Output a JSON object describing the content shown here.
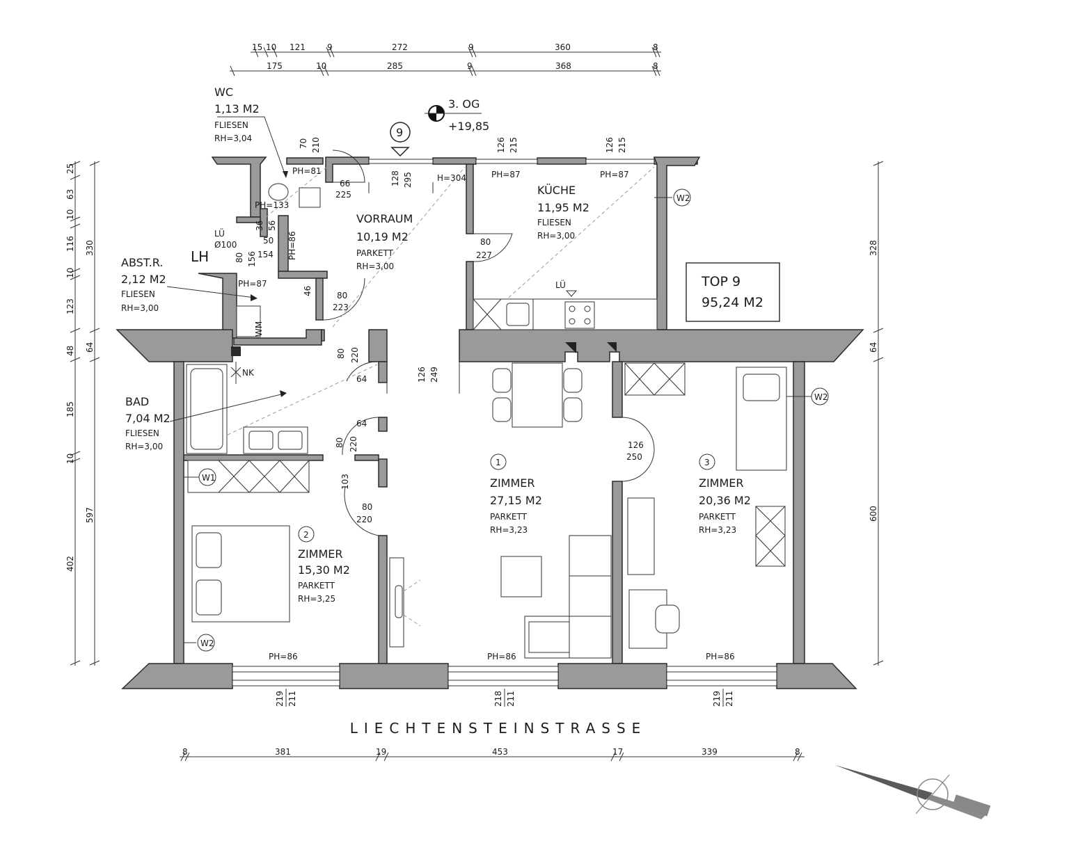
{
  "plan": {
    "floor_label": "3. OG",
    "floor_level": "+19,85",
    "stair_number": "9",
    "stair_label": "LH",
    "street": "LIECHTENSTEINSTRASSE",
    "unit": {
      "name": "TOP 9",
      "area": "95,24 M2"
    }
  },
  "rooms": [
    {
      "id": "wc",
      "name": "WC",
      "area": "1,13 M2",
      "floor": "FLIESEN",
      "height": "RH=3,04"
    },
    {
      "id": "vorraum",
      "name": "VORRAUM",
      "area": "10,19 M2",
      "floor": "PARKETT",
      "height": "RH=3,00"
    },
    {
      "id": "kueche",
      "name": "KÜCHE",
      "area": "11,95 M2",
      "floor": "FLIESEN",
      "height": "RH=3,00"
    },
    {
      "id": "abstr",
      "name": "ABST.R.",
      "area": "2,12 M2",
      "floor": "FLIESEN",
      "height": "RH=3,00"
    },
    {
      "id": "bad",
      "name": "BAD",
      "area": "7,04 M2",
      "floor": "FLIESEN",
      "height": "RH=3,00"
    },
    {
      "id": "zimmer1",
      "number": "1",
      "name": "ZIMMER",
      "area": "27,15 M2",
      "floor": "PARKETT",
      "height": "RH=3,23"
    },
    {
      "id": "zimmer2",
      "number": "2",
      "name": "ZIMMER",
      "area": "15,30 M2",
      "floor": "PARKETT",
      "height": "RH=3,25"
    },
    {
      "id": "zimmer3",
      "number": "3",
      "name": "ZIMMER",
      "area": "20,36 M2",
      "floor": "PARKETT",
      "height": "RH=3,23"
    }
  ],
  "dimensions": {
    "top_row1": [
      "15",
      "10",
      "121",
      "9",
      "272",
      "9",
      "360",
      "8"
    ],
    "top_row2": [
      "175",
      "10",
      "285",
      "9",
      "368",
      "8"
    ],
    "bottom": [
      "8",
      "381",
      "19",
      "453",
      "17",
      "339",
      "8"
    ],
    "left_outer": [
      "25",
      "63",
      "10",
      "116",
      "10",
      "123",
      "48",
      "185",
      "10",
      "402"
    ],
    "left_inner": [
      "330",
      "64",
      "597"
    ],
    "right": [
      "328",
      "64",
      "600"
    ]
  },
  "labels": {
    "wc_ph": "PH=81",
    "wc_door_w": "66",
    "wc_door_h": "225",
    "ph133": "PH=133",
    "lu": "LÜ",
    "lu_dia": "Ø100",
    "d36": "36",
    "d56": "56",
    "d50": "50",
    "d154": "154",
    "d156": "156",
    "ph86_v": "PH=86",
    "d80a": "80",
    "abst_ph": "PH=87",
    "d46": "46",
    "abst_door_w": "80",
    "abst_door_h": "223",
    "wm": "WM",
    "nk": "NK",
    "top_opening_w1": "70",
    "top_opening_h1": "210",
    "entry_w": "128",
    "entry_h": "295",
    "h304": "H=304",
    "kw1_a": "126",
    "kw1_b": "215",
    "kw2_a": "126",
    "kw2_b": "215",
    "kph1": "PH=87",
    "kph2": "PH=87",
    "kdoor_w": "80",
    "kdoor_h": "227",
    "kitchen_lu": "LÜ",
    "bad_door_w": "80",
    "bad_door_h": "220",
    "d64a": "64",
    "z1_open_w": "126",
    "z1_open_h": "249",
    "hall_door_w": "80",
    "hall_door_h": "220",
    "d64b": "64",
    "z2_door_d": "103",
    "z2_door_w": "80",
    "z2_door_h": "220",
    "z3_door_w": "126",
    "z3_door_h": "250",
    "w1": "W1",
    "w2a": "W2",
    "w2b": "W2",
    "w2c": "W2",
    "ph86_1": "PH=86",
    "ph86_2": "PH=86",
    "ph86_3": "PH=86",
    "bw1_a": "219",
    "bw1_b": "211",
    "bw2_a": "218",
    "bw2_b": "211",
    "bw3_a": "219",
    "bw3_b": "211"
  },
  "colors": {
    "wall_fill": "#9a9a9a",
    "line": "#222222"
  }
}
